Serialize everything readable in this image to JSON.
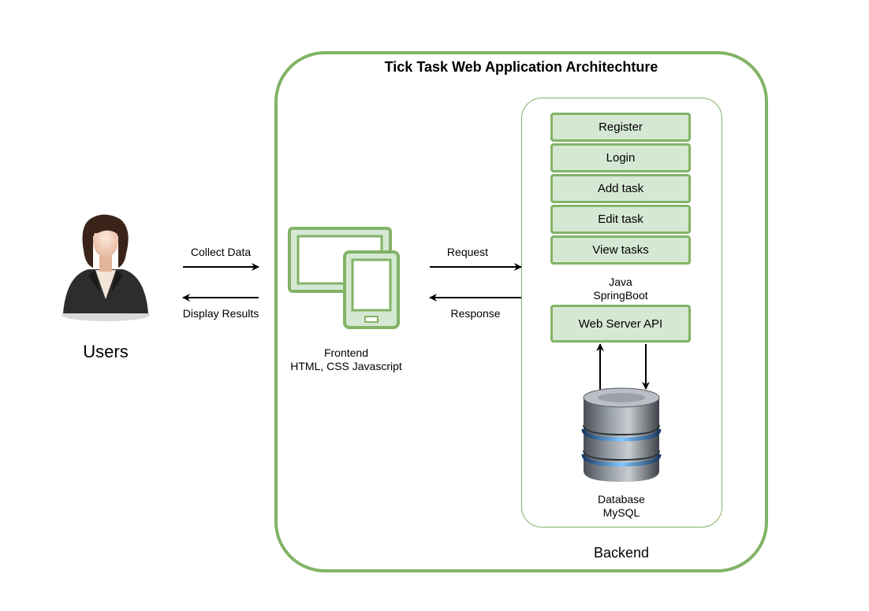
{
  "title": "Tick Task Web Application Architechture",
  "users": {
    "label": "Users"
  },
  "arrows": {
    "collect": "Collect Data",
    "display": "Display Results",
    "request": "Request",
    "response": "Response"
  },
  "frontend": {
    "line1": "Frontend",
    "line2": "HTML, CSS Javascript"
  },
  "backend": {
    "features": [
      "Register",
      "Login",
      "Add task",
      "Edit task",
      "View tasks"
    ],
    "stack_line1": "Java",
    "stack_line2": "SpringBoot",
    "api": "Web Server API",
    "db_line1": "Database",
    "db_line2": "MySQL",
    "label": "Backend"
  },
  "colors": {
    "frame": "#82b366",
    "fill": "#d5e8d4"
  }
}
